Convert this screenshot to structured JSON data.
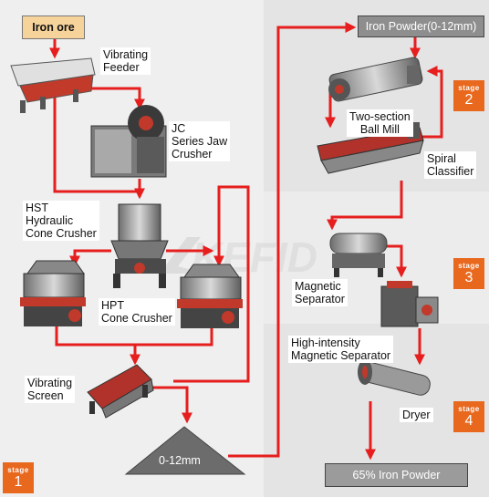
{
  "input": {
    "label": "Iron ore"
  },
  "equipment": {
    "vibrating_feeder": "Vibrating\nFeeder",
    "jaw_crusher": "JC\nSeries Jaw\nCrusher",
    "hst_cone_crusher": "HST\nHydraulic\nCone Crusher",
    "hpt_cone_crusher": "HPT\nCone Crusher",
    "vibrating_screen": "Vibrating\nScreen",
    "ball_mill": "Two-section\nBall Mill",
    "spiral_classifier": "Spiral\nClassifier",
    "magnetic_separator": "Magnetic\nSeparator",
    "high_intensity_separator": "High-intensity\nMagnetic Separator",
    "dryer": "Dryer"
  },
  "products": {
    "pile": "0-12mm",
    "iron_powder": "Iron Powder(0-12mm)",
    "final": "65% Iron Powder"
  },
  "stages": [
    {
      "word": "stage",
      "num": "1"
    },
    {
      "word": "stage",
      "num": "2"
    },
    {
      "word": "stage",
      "num": "3"
    },
    {
      "word": "stage",
      "num": "4"
    }
  ],
  "watermark": "KEFID",
  "colors": {
    "arrow": "#e61e1e",
    "stage": "#e8681e",
    "label_box": "#f6d39b",
    "panel_left": "#efefef",
    "panel_right": "#e3e3e3"
  }
}
